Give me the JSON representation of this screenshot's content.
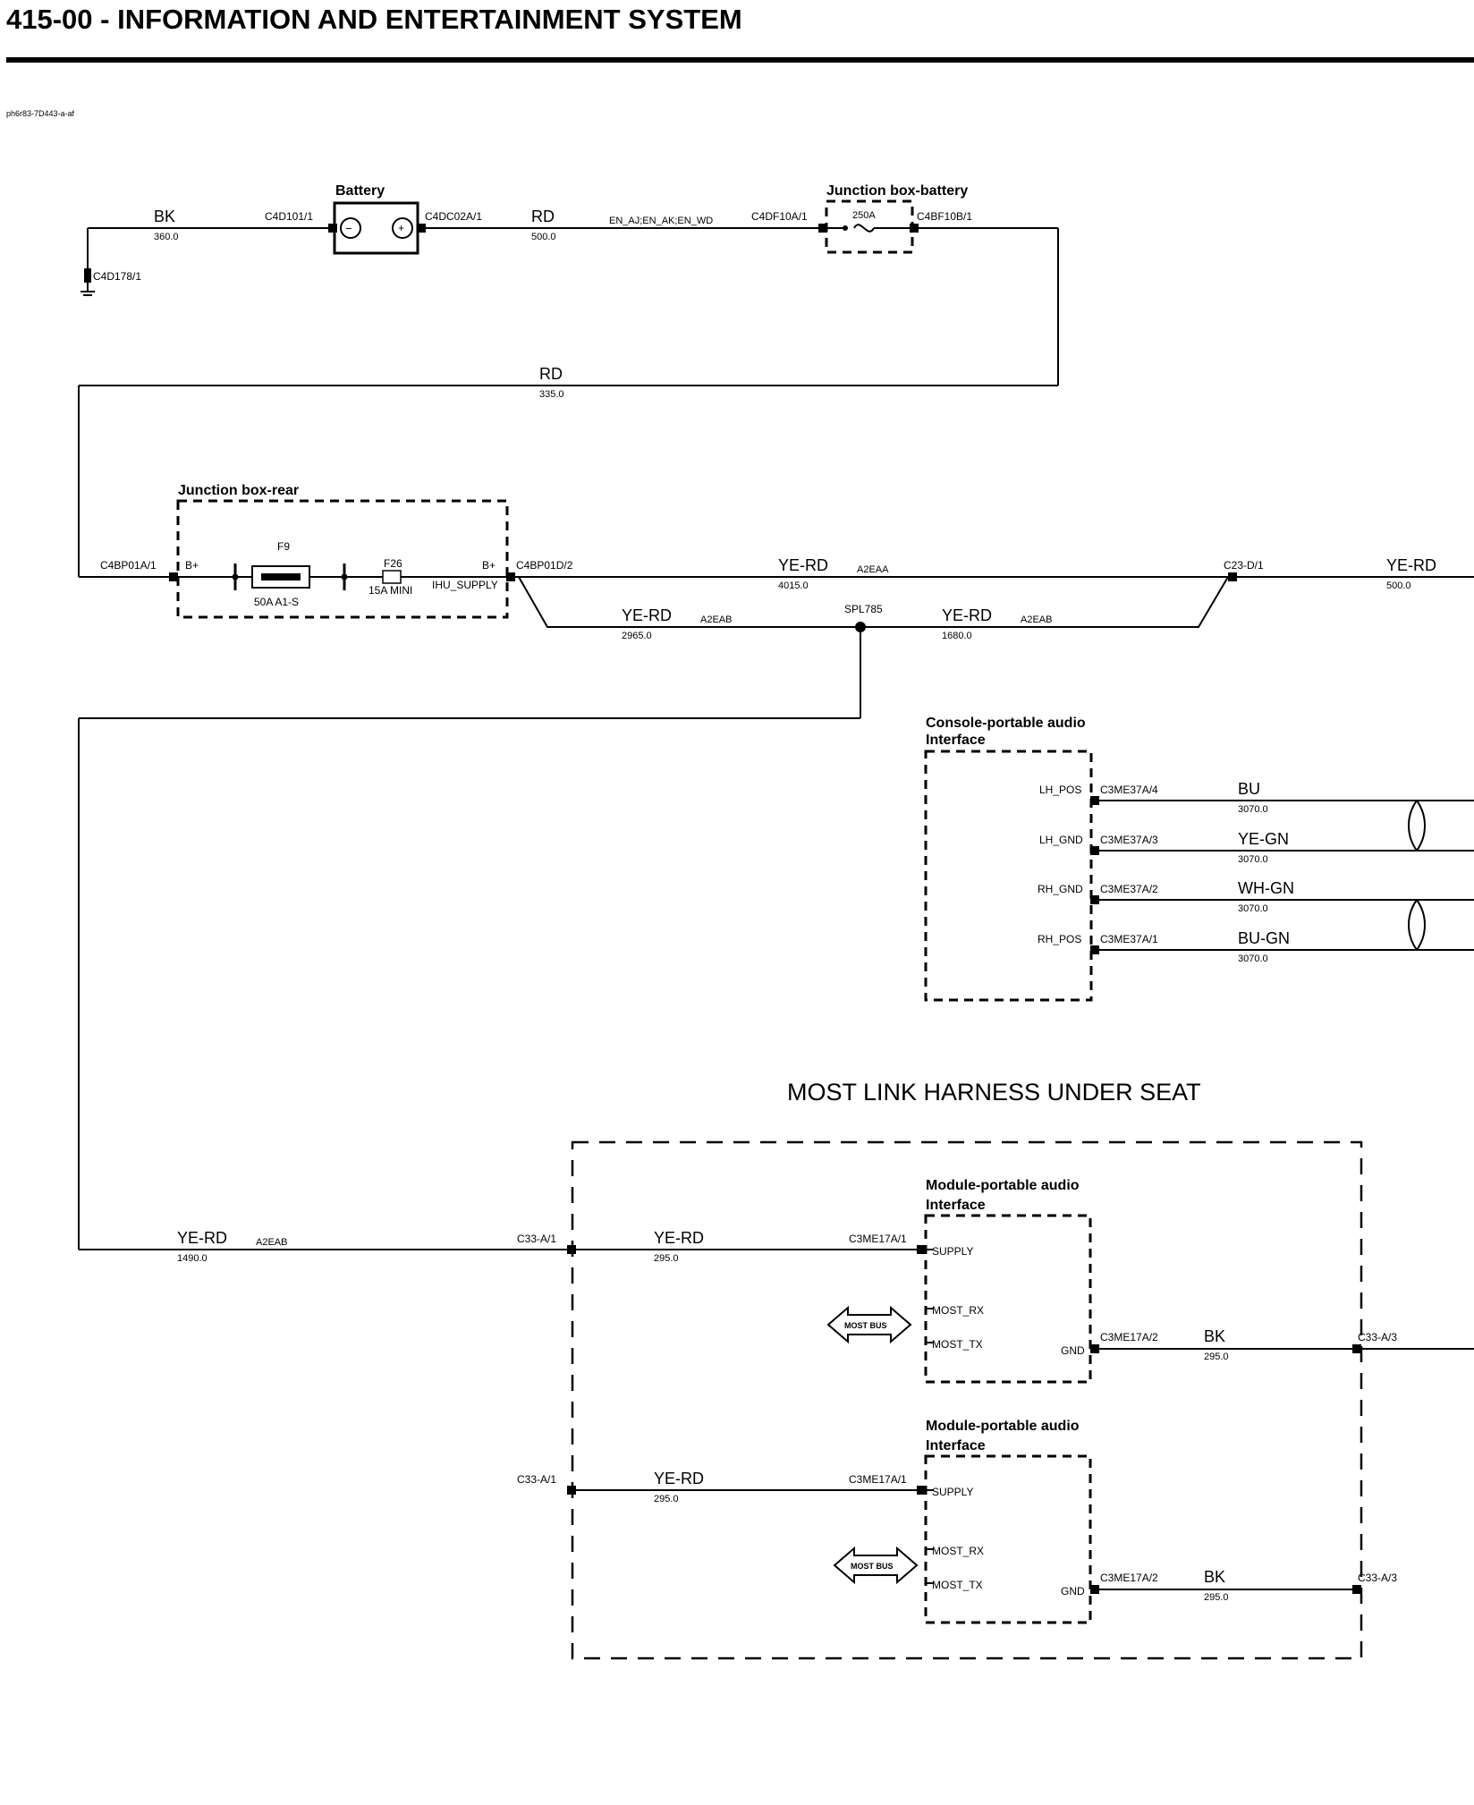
{
  "header": {
    "title": "415-00 - INFORMATION AND ENTERTAINMENT SYSTEM",
    "image_id": "ph6r83-7D443-a-af"
  },
  "components": {
    "battery": "Battery",
    "jb_battery": "Junction box-battery",
    "jb_rear": "Junction box-rear",
    "console": "Console-portable audio Interface",
    "module1": "Module-portable audio Interface",
    "module2": "Module-portable audio Interface"
  },
  "harness_label": "MOST LINK HARNESS UNDER SEAT",
  "wires": {
    "bk_top": {
      "color": "BK",
      "length": "360.0"
    },
    "rd_top": {
      "color": "RD",
      "length": "500.0"
    },
    "rd_mid": {
      "color": "RD",
      "length": "335.0"
    },
    "yerd_main": {
      "color": "YE-RD",
      "length": "4015.0",
      "circuit": "A2EAA"
    },
    "yerd_right": {
      "color": "YE-RD",
      "length": "500.0"
    },
    "yerd_b1": {
      "color": "YE-RD",
      "length": "2965.0",
      "circuit": "A2EAB"
    },
    "yerd_b2": {
      "color": "YE-RD",
      "length": "1680.0",
      "circuit": "A2EAB"
    },
    "yerd_low": {
      "color": "YE-RD",
      "length": "1490.0",
      "circuit": "A2EAB"
    },
    "yerd_m1": {
      "color": "YE-RD",
      "length": "295.0"
    },
    "yerd_m2": {
      "color": "YE-RD",
      "length": "295.0"
    },
    "bk_m1": {
      "color": "BK",
      "length": "295.0"
    },
    "bk_m2": {
      "color": "BK",
      "length": "295.0"
    },
    "bu": {
      "color": "BU",
      "length": "3070.0"
    },
    "yegn": {
      "color": "YE-GN",
      "length": "3070.0"
    },
    "whgn": {
      "color": "WH-GN",
      "length": "3070.0"
    },
    "bugn": {
      "color": "BU-GN",
      "length": "3070.0"
    }
  },
  "circuit_top": "EN_AJ;EN_AK;EN_WD",
  "connectors": {
    "c4d178": "C4D178/1",
    "c4d101": "C4D101/1",
    "c4dc02a": "C4DC02A/1",
    "c4df10a": "C4DF10A/1",
    "c4bf10b": "C4BF10B/1",
    "c4bp01a": "C4BP01A/1",
    "c4bp01d": "C4BP01D/2",
    "c23d": "C23-D/1",
    "c3me37a4": "C3ME37A/4",
    "c3me37a3": "C3ME37A/3",
    "c3me37a2": "C3ME37A/2",
    "c3me37a1": "C3ME37A/1",
    "c33a1_top": "C33-A/1",
    "c33a1_bot": "C33-A/1",
    "c3me17a1_top": "C3ME17A/1",
    "c3me17a1_bot": "C3ME17A/1",
    "c3me17a2_top": "C3ME17A/2",
    "c3me17a2_bot": "C3ME17A/2",
    "c33a3_top": "C33-A/3",
    "c33a3_bot": "C33-A/3"
  },
  "splice": "SPL785",
  "fuses": {
    "f9": {
      "name": "F9",
      "rating": "50A A1-S"
    },
    "f26": {
      "name": "F26",
      "rating": "15A MINI"
    },
    "mega": {
      "rating": "250A"
    }
  },
  "pins": {
    "bplus_left": "B+",
    "bplus_right": "B+",
    "ihu_supply": "IHU_SUPPLY",
    "lh_pos": "LH_POS",
    "lh_gnd": "LH_GND",
    "rh_gnd": "RH_GND",
    "rh_pos": "RH_POS",
    "m1_supply": "SUPPLY",
    "m1_most_rx": "MOST_RX",
    "m1_most_tx": "MOST_TX",
    "m1_gnd": "GND",
    "m2_supply": "SUPPLY",
    "m2_most_rx": "MOST_RX",
    "m2_most_tx": "MOST_TX",
    "m2_gnd": "GND"
  },
  "bus": {
    "most1": "MOST BUS",
    "most2": "MOST BUS"
  },
  "battery_symbols": {
    "neg": "−",
    "pos": "+"
  }
}
